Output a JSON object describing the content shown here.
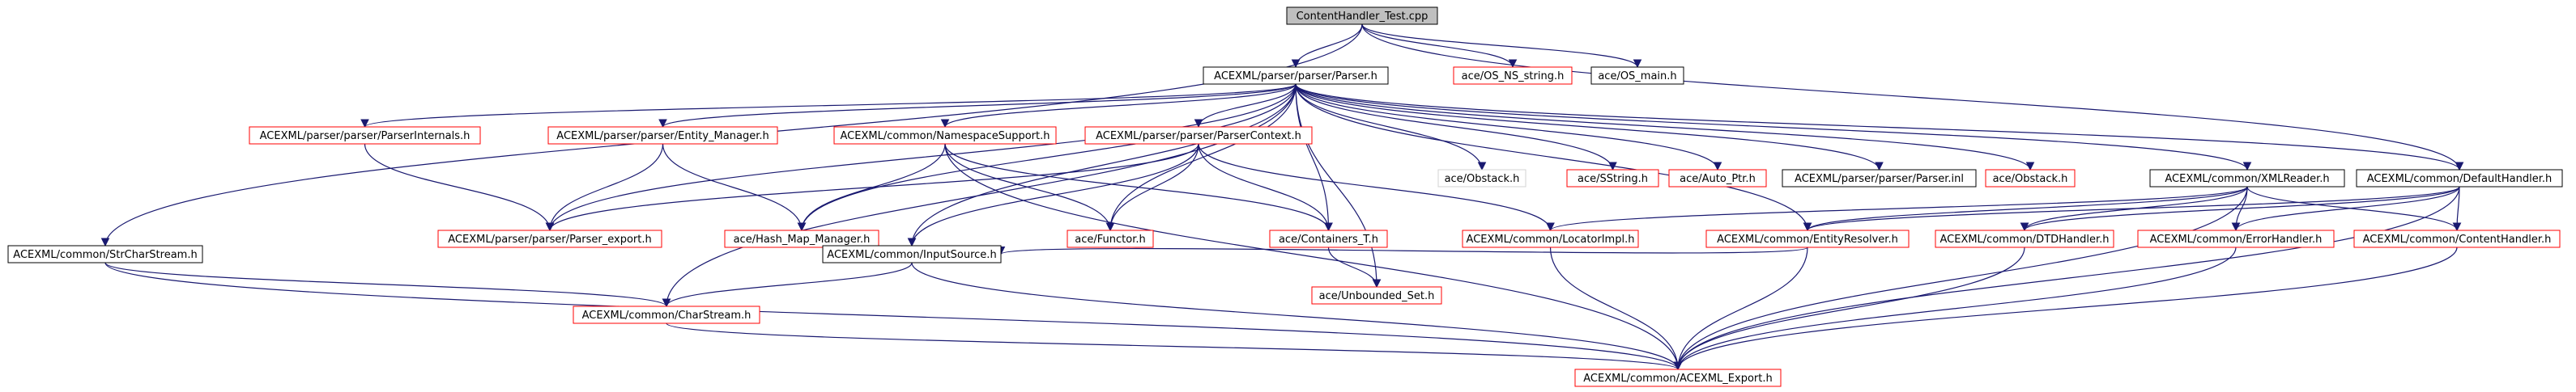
{
  "graph": {
    "colors": {
      "root_fill": "#bfbfbf",
      "root_border": "#000000",
      "normal_border": "#000000",
      "missing_border": "#ff0000",
      "unlinked_border": "#d3d3d3",
      "edge": "#191970",
      "text": "#000000"
    },
    "nodes": [
      {
        "id": "root",
        "label": "ContentHandler_Test.cpp",
        "style": "root"
      },
      {
        "id": "parser",
        "label": "ACEXML/parser/parser/Parser.h",
        "style": "normal"
      },
      {
        "id": "os_ns_string",
        "label": "ace/OS_NS_string.h",
        "style": "missing"
      },
      {
        "id": "os_main",
        "label": "ace/OS_main.h",
        "style": "normal"
      },
      {
        "id": "parser_internals",
        "label": "ACEXML/parser/parser/ParserInternals.h",
        "style": "missing"
      },
      {
        "id": "entity_manager",
        "label": "ACEXML/parser/parser/Entity_Manager.h",
        "style": "missing"
      },
      {
        "id": "namespace_support",
        "label": "ACEXML/common/NamespaceSupport.h",
        "style": "missing"
      },
      {
        "id": "parser_context",
        "label": "ACEXML/parser/parser/ParserContext.h",
        "style": "missing"
      },
      {
        "id": "obstack_plain",
        "label": "ace/Obstack.h",
        "style": "unlinked"
      },
      {
        "id": "sstring",
        "label": "ace/SString.h",
        "style": "missing"
      },
      {
        "id": "auto_ptr",
        "label": "ace/Auto_Ptr.h",
        "style": "missing"
      },
      {
        "id": "parser_inl",
        "label": "ACEXML/parser/parser/Parser.inl",
        "style": "normal"
      },
      {
        "id": "obstack",
        "label": "ace/Obstack.h",
        "style": "missing"
      },
      {
        "id": "xml_reader",
        "label": "ACEXML/common/XMLReader.h",
        "style": "normal"
      },
      {
        "id": "default_handler",
        "label": "ACEXML/common/DefaultHandler.h",
        "style": "normal"
      },
      {
        "id": "parser_export",
        "label": "ACEXML/parser/parser/Parser_export.h",
        "style": "missing"
      },
      {
        "id": "hash_map_manager",
        "label": "ace/Hash_Map_Manager.h",
        "style": "missing"
      },
      {
        "id": "functor",
        "label": "ace/Functor.h",
        "style": "missing"
      },
      {
        "id": "containers_t",
        "label": "ace/Containers_T.h",
        "style": "missing"
      },
      {
        "id": "locator_impl",
        "label": "ACEXML/common/LocatorImpl.h",
        "style": "missing"
      },
      {
        "id": "entity_resolver",
        "label": "ACEXML/common/EntityResolver.h",
        "style": "missing"
      },
      {
        "id": "dtd_handler",
        "label": "ACEXML/common/DTDHandler.h",
        "style": "missing"
      },
      {
        "id": "error_handler",
        "label": "ACEXML/common/ErrorHandler.h",
        "style": "missing"
      },
      {
        "id": "content_handler",
        "label": "ACEXML/common/ContentHandler.h",
        "style": "missing"
      },
      {
        "id": "str_char_stream",
        "label": "ACEXML/common/StrCharStream.h",
        "style": "normal"
      },
      {
        "id": "input_source",
        "label": "ACEXML/common/InputSource.h",
        "style": "normal"
      },
      {
        "id": "unbounded_set",
        "label": "ace/Unbounded_Set.h",
        "style": "missing"
      },
      {
        "id": "char_stream",
        "label": "ACEXML/common/CharStream.h",
        "style": "missing"
      },
      {
        "id": "acexml_export",
        "label": "ACEXML/common/ACEXML_Export.h",
        "style": "missing"
      }
    ],
    "edges": [
      [
        "root",
        "parser"
      ],
      [
        "root",
        "os_ns_string"
      ],
      [
        "root",
        "os_main"
      ],
      [
        "root",
        "str_char_stream"
      ],
      [
        "root",
        "default_handler"
      ],
      [
        "parser",
        "parser_internals"
      ],
      [
        "parser",
        "entity_manager"
      ],
      [
        "parser",
        "namespace_support"
      ],
      [
        "parser",
        "parser_context"
      ],
      [
        "parser",
        "obstack_plain"
      ],
      [
        "parser",
        "sstring"
      ],
      [
        "parser",
        "auto_ptr"
      ],
      [
        "parser",
        "parser_inl"
      ],
      [
        "parser",
        "obstack"
      ],
      [
        "parser",
        "xml_reader"
      ],
      [
        "parser",
        "default_handler"
      ],
      [
        "parser",
        "parser_export"
      ],
      [
        "parser",
        "hash_map_manager"
      ],
      [
        "parser",
        "functor"
      ],
      [
        "parser",
        "containers_t"
      ],
      [
        "parser",
        "unbounded_set"
      ],
      [
        "parser",
        "input_source"
      ],
      [
        "parser",
        "char_stream"
      ],
      [
        "parser",
        "entity_resolver"
      ],
      [
        "parser_internals",
        "parser_export"
      ],
      [
        "entity_manager",
        "parser_export"
      ],
      [
        "entity_manager",
        "hash_map_manager"
      ],
      [
        "namespace_support",
        "hash_map_manager"
      ],
      [
        "namespace_support",
        "functor"
      ],
      [
        "namespace_support",
        "containers_t"
      ],
      [
        "namespace_support",
        "acexml_export"
      ],
      [
        "parser_context",
        "parser_export"
      ],
      [
        "parser_context",
        "functor"
      ],
      [
        "parser_context",
        "containers_t"
      ],
      [
        "parser_context",
        "locator_impl"
      ],
      [
        "parser_context",
        "input_source"
      ],
      [
        "containers_t",
        "unbounded_set"
      ],
      [
        "xml_reader",
        "locator_impl"
      ],
      [
        "xml_reader",
        "entity_resolver"
      ],
      [
        "xml_reader",
        "dtd_handler"
      ],
      [
        "xml_reader",
        "error_handler"
      ],
      [
        "xml_reader",
        "content_handler"
      ],
      [
        "xml_reader",
        "acexml_export"
      ],
      [
        "default_handler",
        "entity_resolver"
      ],
      [
        "default_handler",
        "dtd_handler"
      ],
      [
        "default_handler",
        "error_handler"
      ],
      [
        "default_handler",
        "content_handler"
      ],
      [
        "default_handler",
        "acexml_export"
      ],
      [
        "locator_impl",
        "acexml_export"
      ],
      [
        "entity_resolver",
        "input_source"
      ],
      [
        "entity_resolver",
        "acexml_export"
      ],
      [
        "dtd_handler",
        "acexml_export"
      ],
      [
        "error_handler",
        "acexml_export"
      ],
      [
        "content_handler",
        "acexml_export"
      ],
      [
        "str_char_stream",
        "char_stream"
      ],
      [
        "str_char_stream",
        "acexml_export"
      ],
      [
        "input_source",
        "char_stream"
      ],
      [
        "input_source",
        "acexml_export"
      ],
      [
        "char_stream",
        "acexml_export"
      ]
    ]
  }
}
